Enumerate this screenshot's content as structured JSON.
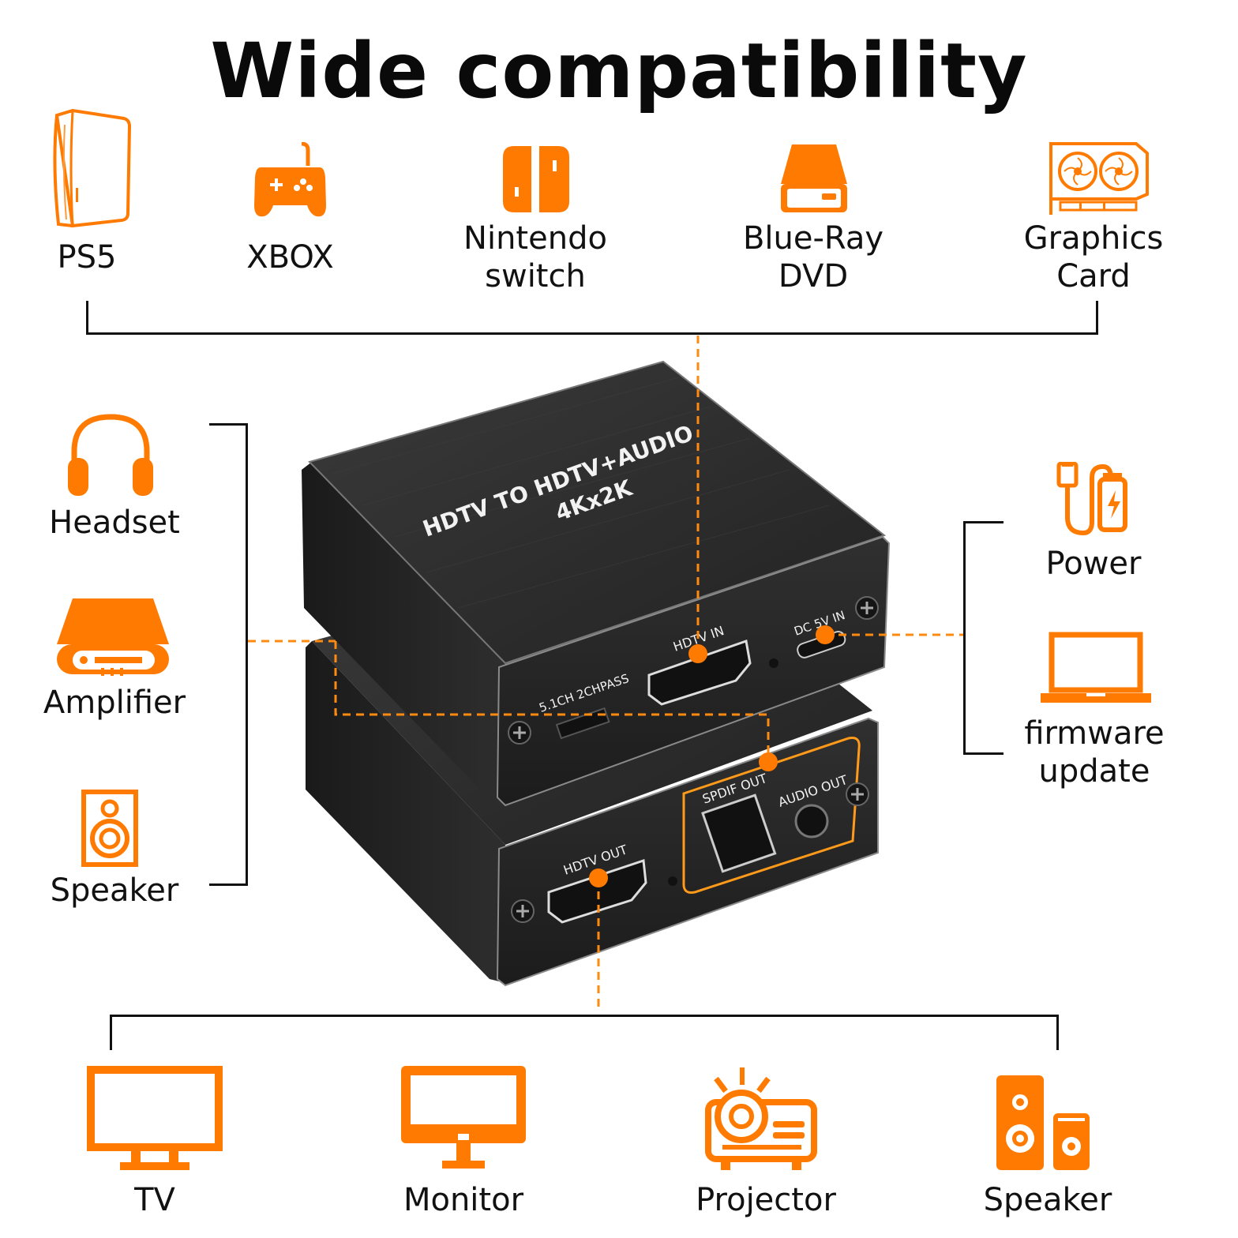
{
  "title": "Wide compatibility",
  "colors": {
    "accent": "#ff7a00",
    "accent_dark": "#e85d00",
    "line": "#111111",
    "device": "#2a2a2a"
  },
  "top_sources": [
    {
      "label": "PS5",
      "icon": "ps5-console-icon"
    },
    {
      "label": "XBOX",
      "icon": "gamepad-icon"
    },
    {
      "label": "Nintendo\nswitch",
      "icon": "nintendo-switch-icon"
    },
    {
      "label": "Blue-Ray\nDVD",
      "icon": "dvd-player-icon"
    },
    {
      "label": "Graphics\nCard",
      "icon": "graphics-card-icon"
    }
  ],
  "left_outputs": [
    {
      "label": "Headset",
      "icon": "headset-icon"
    },
    {
      "label": "Amplifier",
      "icon": "amplifier-icon"
    },
    {
      "label": "Speaker",
      "icon": "speaker-icon"
    }
  ],
  "right_items": [
    {
      "label": "Power",
      "icon": "usb-power-icon"
    },
    {
      "label": "firmware\nupdate",
      "icon": "laptop-icon"
    }
  ],
  "bottom_displays": [
    {
      "label": "TV",
      "icon": "tv-icon"
    },
    {
      "label": "Monitor",
      "icon": "monitor-icon"
    },
    {
      "label": "Projector",
      "icon": "projector-icon"
    },
    {
      "label": "Speaker",
      "icon": "speakers-icon"
    }
  ],
  "device": {
    "top_text_1": "HDTV TO HDTV+AUDIO",
    "top_text_2": "4Kx2K",
    "hdmi_in": "HDTV IN",
    "dc_in": "DC 5V IN",
    "switch_label": "5.1CH 2CHPASS",
    "spdif_out": "SPDIF OUT",
    "audio_out": "AUDIO OUT",
    "hdmi_out": "HDTV OUT"
  }
}
